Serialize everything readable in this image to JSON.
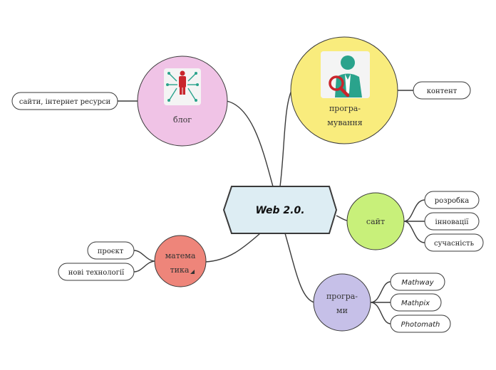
{
  "center": {
    "label": "Web 2.0."
  },
  "topics": {
    "blog": {
      "label": "блог",
      "icon": "person-network-icon",
      "color": "#f0c3e6"
    },
    "programming": {
      "line1": "програ-",
      "line2": "мування",
      "icon": "person-magnifier-icon",
      "color": "#f9ec7d"
    },
    "site": {
      "label": "сайт",
      "color": "#c8f07a"
    },
    "programs": {
      "line1": "програ-",
      "line2": "ми",
      "color": "#c6c0e8"
    },
    "math": {
      "line1": "матема",
      "line2": "тика",
      "color": "#ee857a"
    }
  },
  "leaves": {
    "blog": [
      "сайти,  інтернет  ресурси"
    ],
    "programming": [
      "контент"
    ],
    "site": [
      "розробка",
      "інновації",
      "сучасність"
    ],
    "programs": [
      "Mathway",
      "Mathpix",
      "Photomath"
    ],
    "math": [
      "проєкт",
      "нові  технології"
    ]
  }
}
